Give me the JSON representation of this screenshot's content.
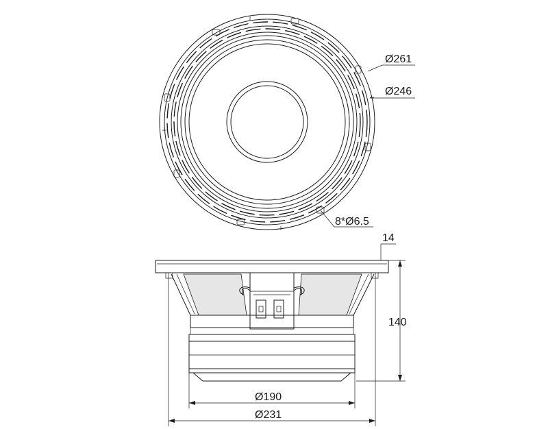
{
  "dimensions": {
    "frame_outer_diameter": "Ø261",
    "bolt_circle_diameter": "Ø246",
    "mounting_holes": "8*Ø6.5",
    "flange_thickness": "14",
    "overall_depth": "140",
    "magnet_diameter": "Ø190",
    "cutout_diameter": "Ø231"
  }
}
